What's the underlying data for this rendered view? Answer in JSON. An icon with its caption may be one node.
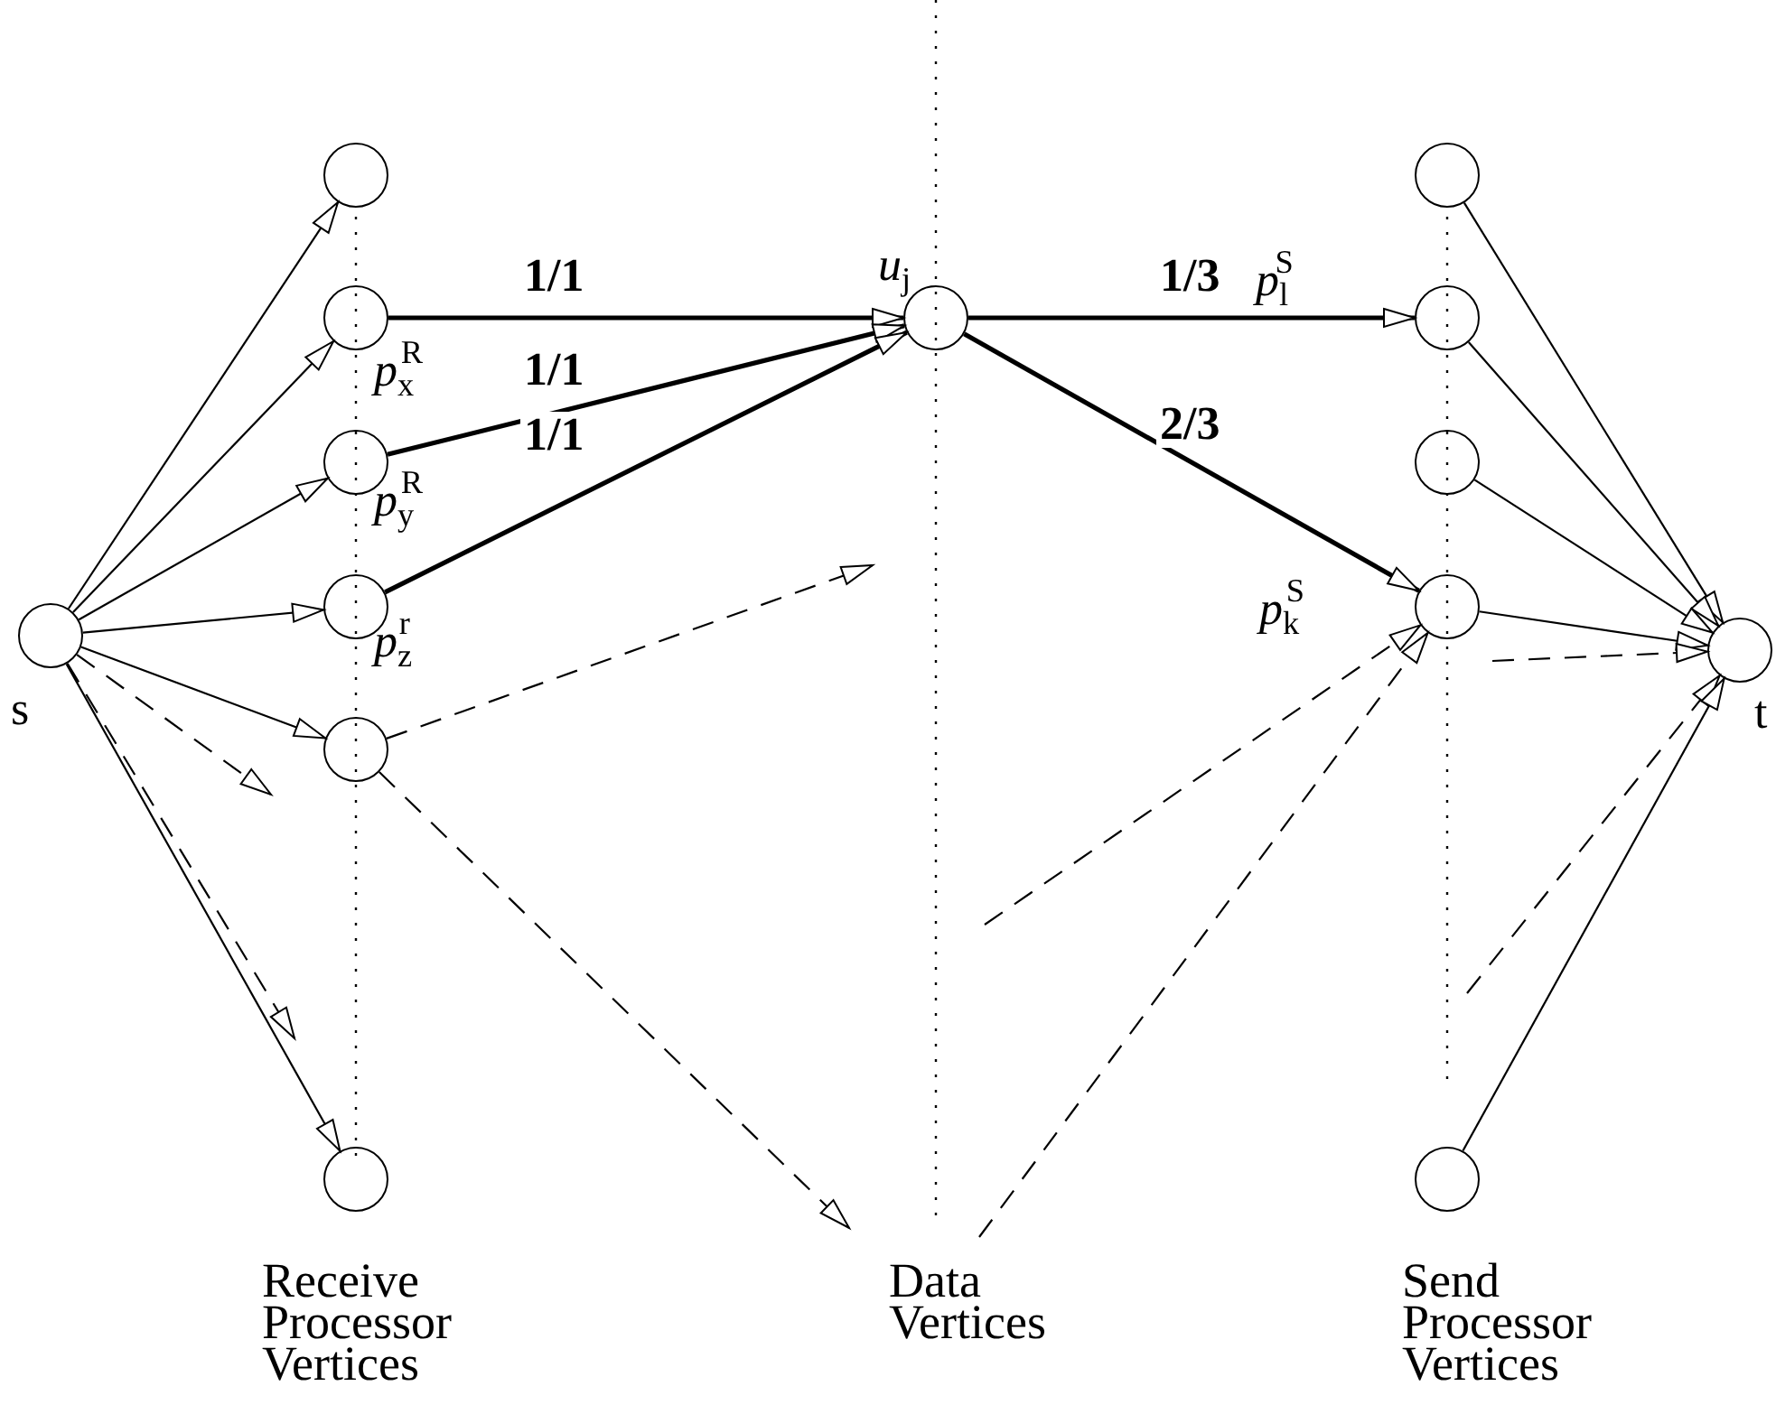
{
  "diagram": {
    "nodes": [
      {
        "text": [],
        "shape": "circle",
        "beside": [
          "s"
        ]
      },
      {
        "text": [],
        "shape": "circle"
      },
      {
        "text": [],
        "shape": "circle",
        "beside": [
          "*p*$_{x}$$^{R}$"
        ]
      },
      {
        "text": [],
        "shape": "circle",
        "beside": [
          "*p*$_{y}$$^{R}$"
        ]
      },
      {
        "text": [],
        "shape": "circle",
        "beside": [
          "*p*$_{z}$$^{r}$"
        ]
      },
      {
        "text": [],
        "shape": "circle"
      },
      {
        "text": [],
        "shape": "circle"
      },
      {
        "text": [],
        "shape": "circle",
        "beside": [
          "*u*$_{j}$"
        ]
      },
      {
        "text": [],
        "shape": "circle"
      },
      {
        "text": [],
        "shape": "circle",
        "beside": [
          "*p*$_{l}$$^{S}$"
        ]
      },
      {
        "text": [],
        "shape": "circle"
      },
      {
        "text": [],
        "shape": "circle",
        "beside": [
          "*p*$_{k}$$^{S}$"
        ]
      },
      {
        "text": [],
        "shape": "circle"
      },
      {
        "text": [],
        "shape": "circle",
        "beside": [
          "t"
        ]
      }
    ],
    "edges": [
      {
        "from": 0,
        "to": 1,
        "arrow": "to"
      },
      {
        "from": 0,
        "to": 2,
        "arrow": "to"
      },
      {
        "from": 0,
        "to": 3,
        "arrow": "to"
      },
      {
        "from": 0,
        "to": 4,
        "arrow": "to"
      },
      {
        "from": 0,
        "to": 5,
        "arrow": "to"
      },
      {
        "from": 0,
        "to": null,
        "arrow": "to",
        "style": "dashed"
      },
      {
        "from": 0,
        "to": null,
        "arrow": "to",
        "style": "dashed"
      },
      {
        "from": 0,
        "to": 6,
        "arrow": "to"
      },
      {
        "from": 2,
        "to": 7,
        "arrow": "to",
        "label": "1/1",
        "style": "thick"
      },
      {
        "from": 3,
        "to": 7,
        "arrow": "to",
        "label": "1/1",
        "style": "thick"
      },
      {
        "from": 4,
        "to": 7,
        "arrow": "to",
        "label": "1/1",
        "style": "thick"
      },
      {
        "from": 5,
        "to": null,
        "arrow": "to",
        "style": "dashed"
      },
      {
        "from": 5,
        "to": null,
        "arrow": "to",
        "style": "dashed"
      },
      {
        "from": 7,
        "to": 9,
        "arrow": "to",
        "label": "1/3",
        "style": "thick"
      },
      {
        "from": 7,
        "to": 11,
        "arrow": "to",
        "label": "2/3",
        "style": "thick"
      },
      {
        "from": null,
        "to": 11,
        "arrow": "to",
        "style": "dashed"
      },
      {
        "from": null,
        "to": 11,
        "arrow": "to",
        "style": "dashed"
      },
      {
        "from": 8,
        "to": 13,
        "arrow": "to"
      },
      {
        "from": 9,
        "to": 13,
        "arrow": "to"
      },
      {
        "from": 10,
        "to": 13,
        "arrow": "to"
      },
      {
        "from": 11,
        "to": 13,
        "arrow": "to"
      },
      {
        "from": null,
        "to": 13,
        "arrow": "to",
        "style": "dashed"
      },
      {
        "from": null,
        "to": 13,
        "arrow": "to",
        "style": "dashed"
      },
      {
        "from": 12,
        "to": 13,
        "arrow": "to"
      }
    ],
    "labels": [
      "Receive Processor Vertices",
      "Data Vertices",
      "Send Processor Vertices"
    ]
  }
}
